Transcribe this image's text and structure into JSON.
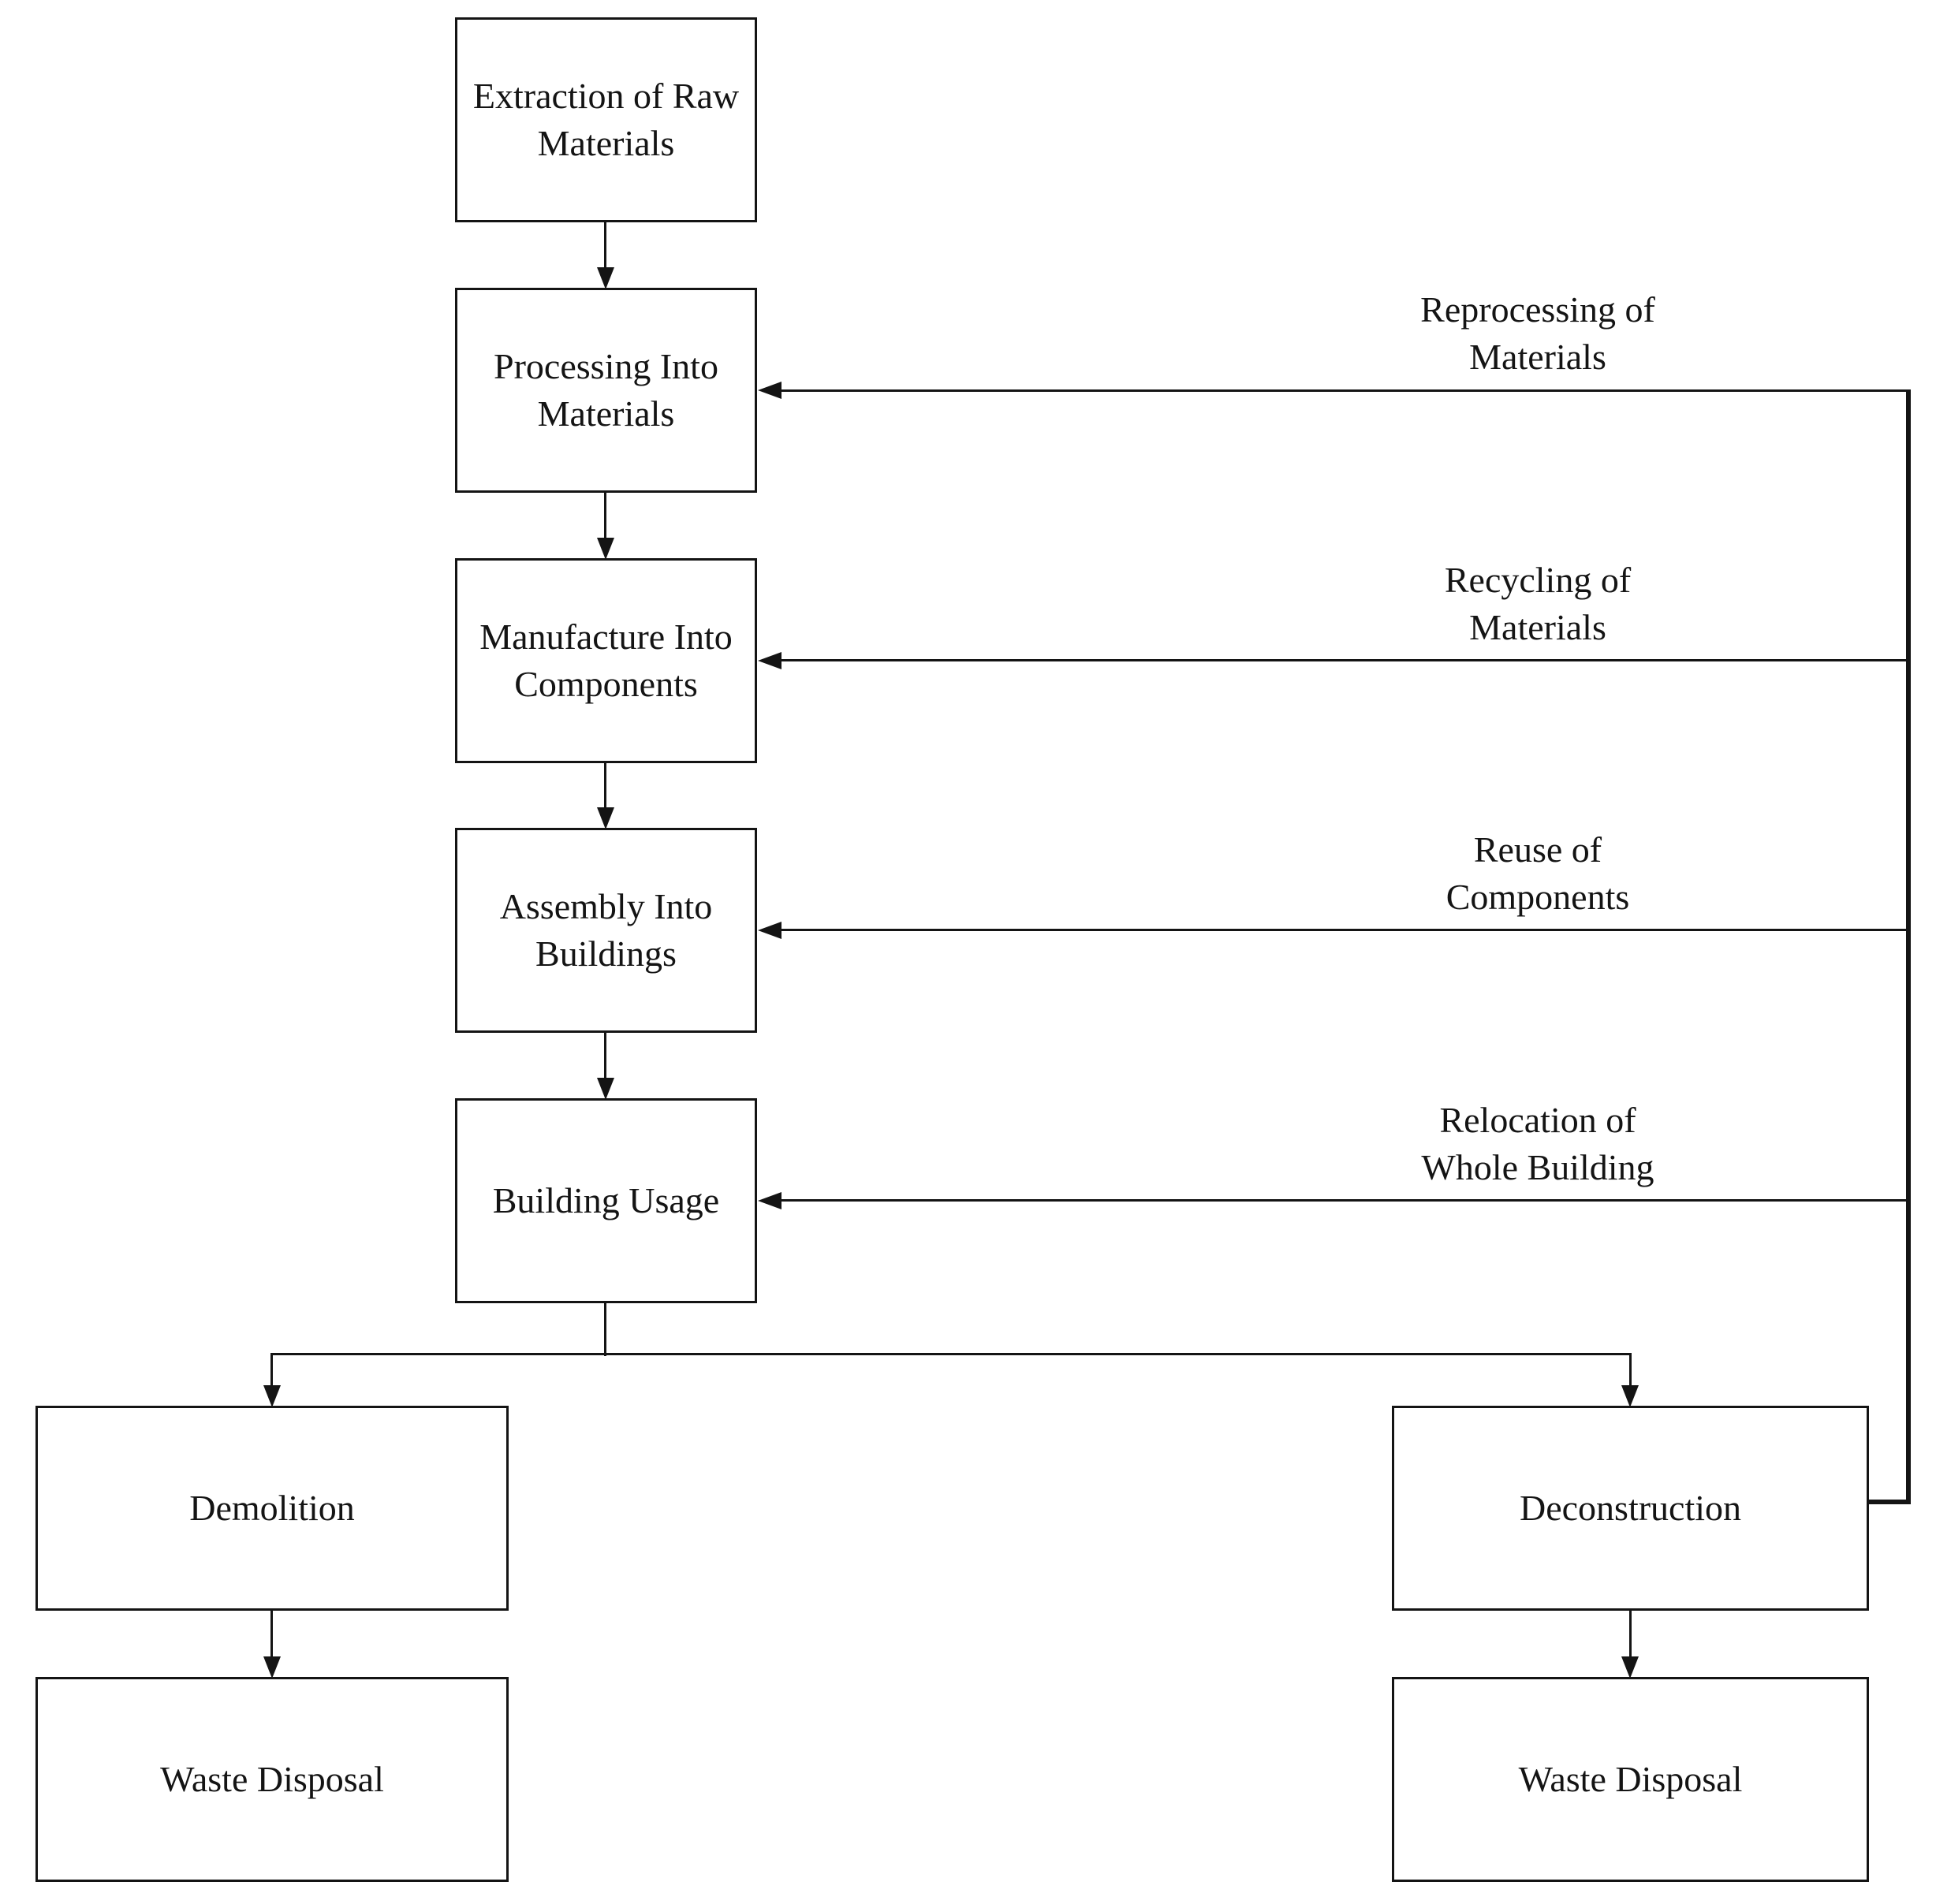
{
  "diagram": {
    "nodes": {
      "extraction": "Extraction of Raw\nMaterials",
      "processing": "Processing Into\nMaterials",
      "manufacture": "Manufacture Into\nComponents",
      "assembly": "Assembly Into\nBuildings",
      "building_usage": "Building Usage",
      "demolition": "Demolition",
      "waste_disposal_left": "Waste Disposal",
      "deconstruction": "Deconstruction",
      "waste_disposal_right": "Waste Disposal"
    },
    "edge_labels": {
      "reprocessing": "Reprocessing of\nMaterials",
      "recycling": "Recycling of\nMaterials",
      "reuse": "Reuse of\nComponents",
      "relocation": "Relocation of\nWhole Building"
    },
    "colors": {
      "line": "#141414",
      "text": "#141414",
      "background": "#ffffff"
    }
  }
}
